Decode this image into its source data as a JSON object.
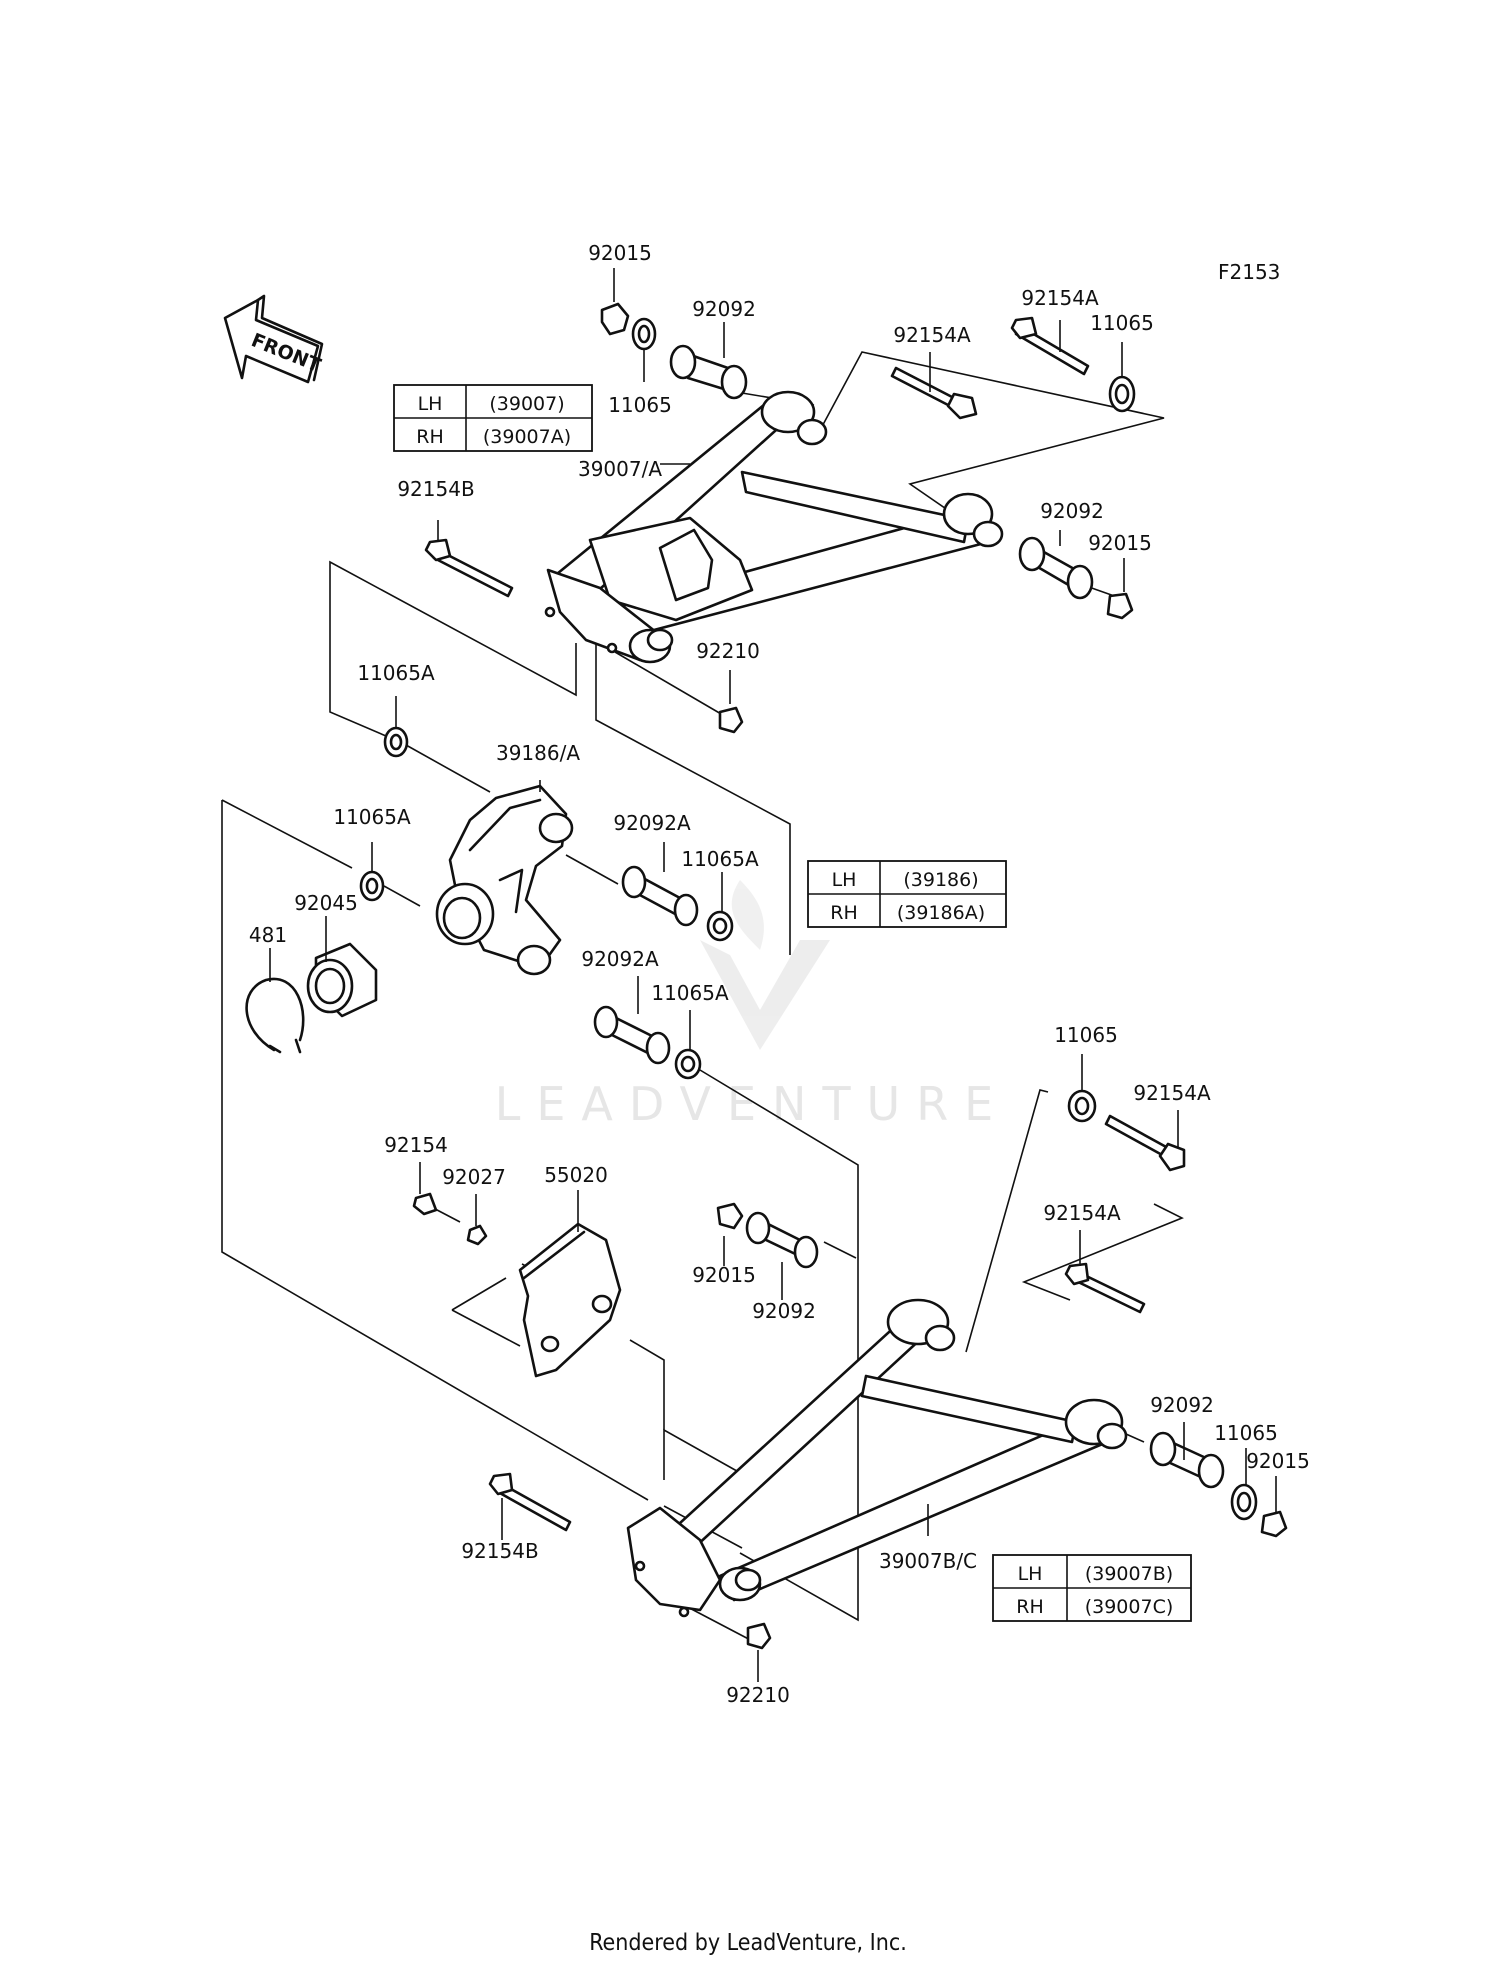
{
  "diagram_code": "F2153",
  "front_arrow": "FRONT",
  "watermark": "LEADVENTURE",
  "footer": "Rendered by LeadVenture, Inc.",
  "tables": {
    "upper_arm": [
      [
        "LH",
        "(39007)"
      ],
      [
        "RH",
        "(39007A)"
      ]
    ],
    "knuckle": [
      [
        "LH",
        "(39186)"
      ],
      [
        "RH",
        "(39186A)"
      ]
    ],
    "lower_arm": [
      [
        "LH",
        "(39007B)"
      ],
      [
        "RH",
        "(39007C)"
      ]
    ]
  },
  "labels": {
    "nut_92015_top": "92015",
    "washer_11065_top": "11065",
    "bush_92092_top": "92092",
    "bolt_92154A_top_a": "92154A",
    "bolt_92154A_top_b": "92154A",
    "washer_11065_top_right": "11065",
    "arm_39007_A": "39007/A",
    "bolt_92154B_top": "92154B",
    "bush_92092_upper_right": "92092",
    "nut_92015_upper_right": "92015",
    "nut_92210_top": "92210",
    "washer_11065A_a": "11065A",
    "knuckle_39186_A": "39186/A",
    "washer_11065A_b": "11065A",
    "bush_92092A_a": "92092A",
    "washer_11065A_c": "11065A",
    "bearing_92045": "92045",
    "ring_481": "481",
    "bush_92092A_b": "92092A",
    "washer_11065A_d": "11065A",
    "washer_11065_lower": "11065",
    "bolt_92154A_lower_a": "92154A",
    "bolt_92154_small": "92154",
    "nut_92027": "92027",
    "guard_55020": "55020",
    "nut_92015_lower": "92015",
    "bush_92092_lower": "92092",
    "bolt_92154A_lower_b": "92154A",
    "bush_92092_lower_right": "92092",
    "washer_11065_lower_right": "11065",
    "nut_92015_lower_right": "92015",
    "bolt_92154B_lower": "92154B",
    "arm_39007B_C": "39007B/C",
    "nut_92210_lower": "92210"
  },
  "icons": {
    "front_arrow": "front-direction-arrow-icon",
    "watermark_logo": "leadventure-logo-icon"
  }
}
